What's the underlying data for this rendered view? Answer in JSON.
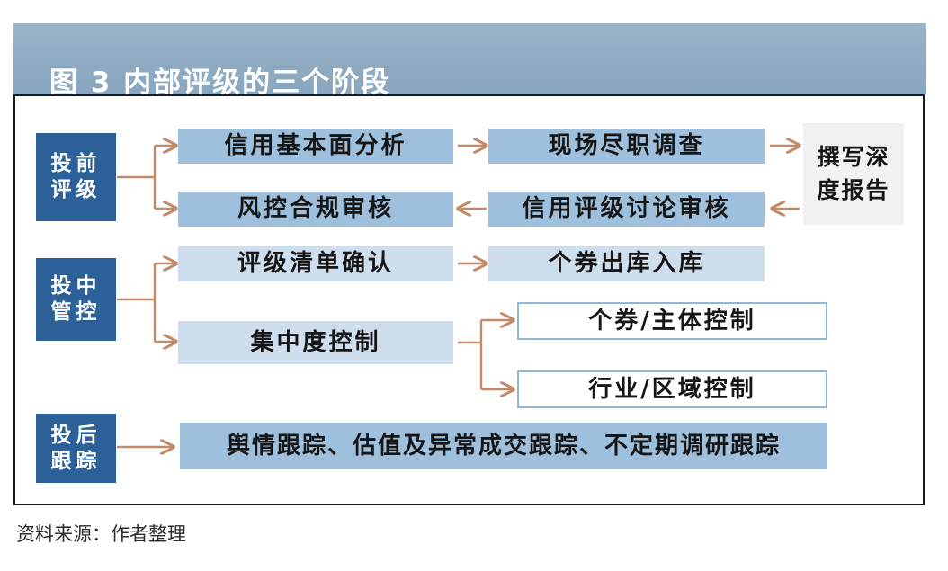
{
  "header": {
    "figure_label": "图 3",
    "title": "内部评级的三个阶段",
    "full_title": "图 3   内部评级的三个阶段",
    "background_color": "#8fabc2",
    "text_color": "#ffffff"
  },
  "colors": {
    "stage_box": "#2b6098",
    "node_fill_medium": "#9fc0dd",
    "node_fill_light": "#cfdeec",
    "node_fill_gray": "#f1f1f1",
    "node_outline_border": "#8fb7d6",
    "connector": "#c38a6a",
    "frame_border": "#1b1b1b"
  },
  "flowchart": {
    "type": "flowchart",
    "stages": [
      {
        "id": "pre-investment",
        "label": "投前评级",
        "label_lines": [
          "投前",
          "评级"
        ],
        "nodes": [
          {
            "id": "credit-fundamental-analysis",
            "label": "信用基本面分析",
            "style": "fill-medium"
          },
          {
            "id": "onsite-due-diligence",
            "label": "现场尽职调查",
            "style": "fill-medium"
          },
          {
            "id": "write-depth-report",
            "label": "撰写深度报告",
            "label_lines": [
              "撰写深",
              "度报告"
            ],
            "style": "fill-gray"
          },
          {
            "id": "credit-rating-discussion-review",
            "label": "信用评级讨论审核",
            "style": "fill-medium"
          },
          {
            "id": "risk-control-compliance-review",
            "label": "风控合规审核",
            "style": "fill-medium"
          }
        ]
      },
      {
        "id": "mid-investment",
        "label": "投中管控",
        "label_lines": [
          "投中",
          "管控"
        ],
        "nodes": [
          {
            "id": "rating-list-confirmation",
            "label": "评级清单确认",
            "style": "fill-light"
          },
          {
            "id": "bond-in-out-repository",
            "label": "个券出库入库",
            "style": "fill-light"
          },
          {
            "id": "concentration-control",
            "label": "集中度控制",
            "style": "fill-light"
          },
          {
            "id": "bond-issuer-control",
            "label": "个券/主体控制",
            "style": "outline"
          },
          {
            "id": "industry-region-control",
            "label": "行业/区域控制",
            "style": "outline"
          }
        ]
      },
      {
        "id": "post-investment",
        "label": "投后跟踪",
        "label_lines": [
          "投后",
          "跟踪"
        ],
        "nodes": [
          {
            "id": "post-investment-tracking",
            "label": "舆情跟踪、估值及异常成交跟踪、不定期调研跟踪",
            "style": "fill-medium"
          }
        ]
      }
    ]
  },
  "footer": {
    "source_note": "资料来源：作者整理"
  }
}
